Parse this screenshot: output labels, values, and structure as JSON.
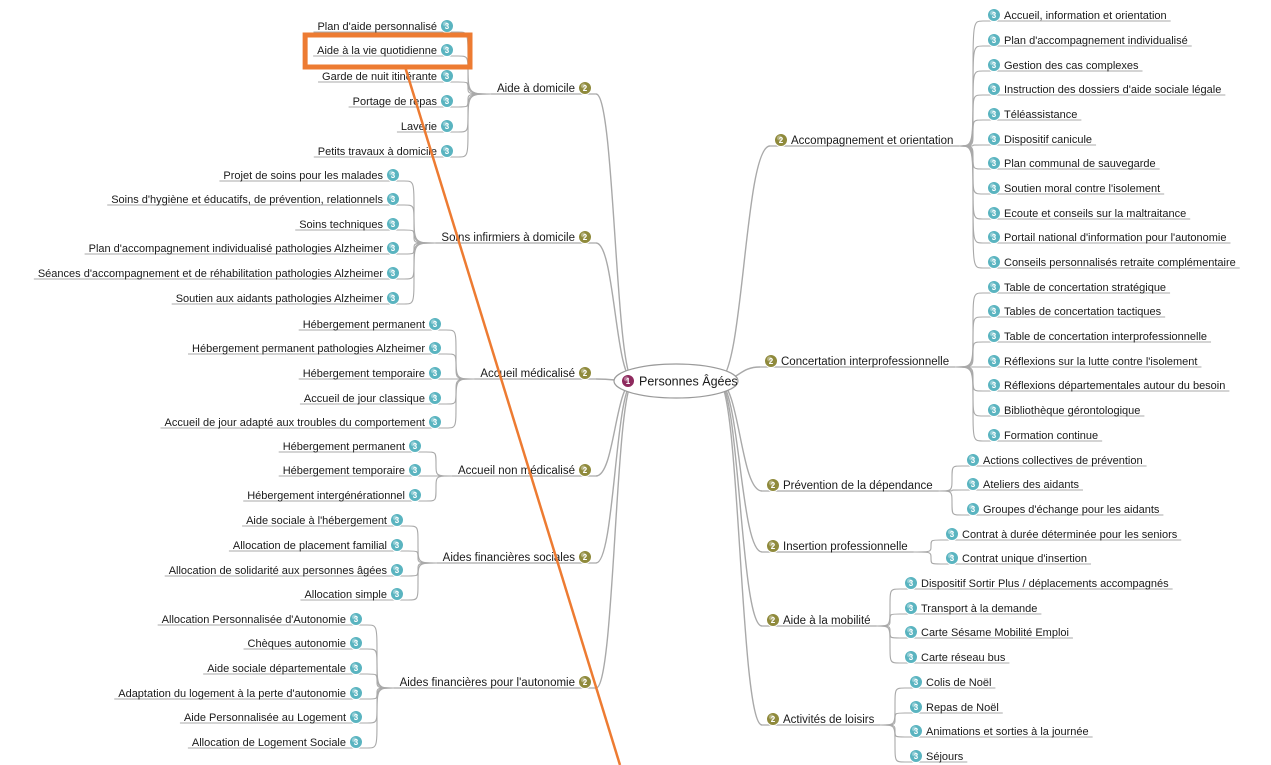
{
  "root": {
    "label": "Personnes Âgées",
    "level": "1"
  },
  "levels": {
    "branch": "2",
    "leaf": "3"
  },
  "colors": {
    "root_badge": "#8e2a5e",
    "branch_badge": "#8f8a3c",
    "leaf_badge": "#5ab4c0",
    "line": "#a9a9a9",
    "highlight": "#ed7b32"
  },
  "highlighted_item": "Aide à la vie quotidienne",
  "branches": [
    {
      "label": "Aide à domicile",
      "items": [
        "Plan d'aide personnalisé",
        "Aide à la vie quotidienne",
        "Garde de nuit itinérante",
        "Portage de repas",
        "Laverie",
        "Petits travaux à domicile"
      ]
    },
    {
      "label": "Soins infirmiers à domicile",
      "items": [
        "Projet de soins pour les malades",
        "Soins d'hygiène et éducatifs, de prévention, relationnels",
        "Soins techniques",
        "Plan d'accompagnement individualisé pathologies Alzheimer",
        "Séances d'accompagnement et de réhabilitation pathologies Alzheimer",
        "Soutien aux aidants pathologies Alzheimer"
      ]
    },
    {
      "label": "Accueil médicalisé",
      "items": [
        "Hébergement permanent",
        "Hébergement permanent pathologies Alzheimer",
        "Hébergement temporaire",
        "Accueil de jour classique",
        "Accueil de jour adapté aux troubles du comportement"
      ]
    },
    {
      "label": "Accueil non médicalisé",
      "items": [
        "Hébergement permanent",
        "Hébergement temporaire",
        "Hébergement intergénérationnel"
      ]
    },
    {
      "label": "Aides financières sociales",
      "items": [
        "Aide sociale à l'hébergement",
        "Allocation de placement familial",
        "Allocation de solidarité aux personnes âgées",
        "Allocation simple"
      ]
    },
    {
      "label": "Aides financières pour l'autonomie",
      "items": [
        "Allocation Personnalisée d'Autonomie",
        "Chèques autonomie",
        "Aide sociale départementale",
        "Adaptation du logement à la perte d'autonomie",
        "Aide Personnalisée au Logement",
        "Allocation de Logement Sociale"
      ]
    },
    {
      "label": "Accompagnement et orientation",
      "items": [
        "Accueil, information et orientation",
        "Plan d'accompagnement individualisé",
        "Gestion des cas complexes",
        "Instruction des dossiers d'aide sociale légale",
        "Téléassistance",
        "Dispositif canicule",
        "Plan communal de sauvegarde",
        "Soutien moral contre l'isolement",
        "Ecoute et conseils sur la maltraitance",
        "Portail national d'information pour l'autonomie",
        "Conseils personnalisés retraite complémentaire"
      ]
    },
    {
      "label": "Concertation interprofessionnelle",
      "items": [
        "Table de concertation stratégique",
        "Tables de concertation tactiques",
        "Table de concertation interprofessionnelle",
        "Réflexions sur la lutte contre l'isolement",
        "Réflexions départementales autour du besoin",
        "Bibliothèque gérontologique",
        "Formation continue"
      ]
    },
    {
      "label": "Prévention de la dépendance",
      "items": [
        "Actions collectives de prévention",
        "Ateliers des aidants",
        "Groupes d'échange pour les aidants"
      ]
    },
    {
      "label": "Insertion professionnelle",
      "items": [
        "Contrat à durée déterminée pour les seniors",
        "Contrat unique d'insertion"
      ]
    },
    {
      "label": "Aide à la mobilité",
      "items": [
        "Dispositif Sortir Plus / déplacements accompagnés",
        "Transport à la demande",
        "Carte Sésame Mobilité Emploi",
        "Carte réseau bus"
      ]
    },
    {
      "label": "Activités de loisirs",
      "items": [
        "Colis de Noël",
        "Repas de Noël",
        "Animations et sorties à la journée",
        "Séjours"
      ]
    }
  ]
}
